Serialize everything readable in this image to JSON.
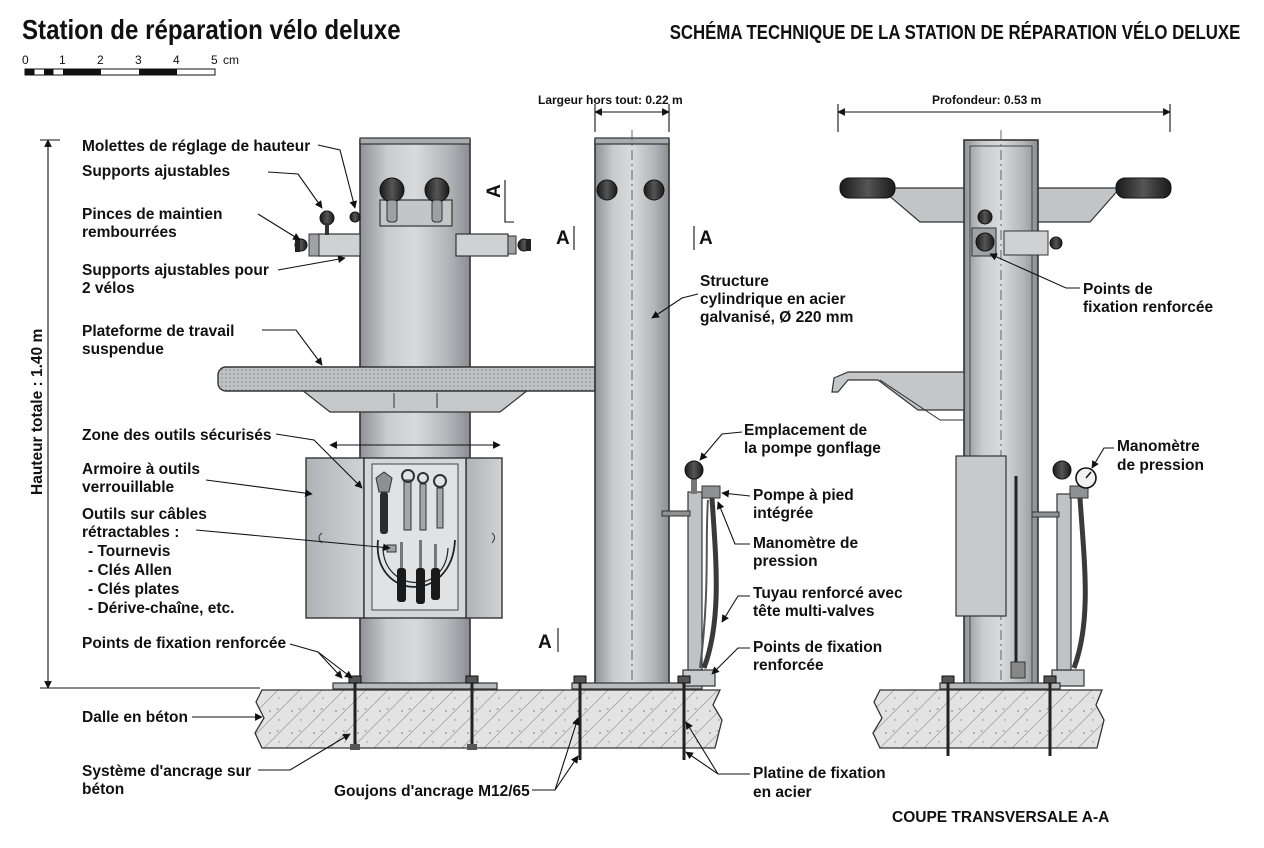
{
  "title": "Station de réparation vélo deluxe",
  "subtitle": "SCHÉMA TECHNIQUE DE LA STATION DE RÉPARATION VÉLO DELUXE",
  "scale": {
    "ticks": [
      "0",
      "1",
      "2",
      "3",
      "4",
      "5"
    ],
    "unit": "cm"
  },
  "dimensions": {
    "width": "Largeur hors tout: 0.22 m",
    "depth": "Profondeur: 0.53 m",
    "height": "Hauteur totale : 1.40 m"
  },
  "section_marks": {
    "letter": "A"
  },
  "section_title": "COUPE TRANSVERSALE A-A",
  "labels": {
    "molettes": "Molettes de réglage de hauteur",
    "supports": "Supports ajustables",
    "pinces_1": "Pinces de maintien",
    "pinces_2": "rembourrées",
    "supports2_1": "Supports ajustables pour",
    "supports2_2": "2 vélos",
    "plateforme_1": "Plateforme de travail",
    "plateforme_2": "suspendue",
    "zone": "Zone des outils sécurisés",
    "armoire_1": "Armoire à outils",
    "armoire_2": "verrouillable",
    "outils_1": "Outils sur câbles",
    "outils_2": "rétractables :",
    "outils_3": "- Tournevis",
    "outils_4": "- Clés Allen",
    "outils_5": "- Clés plates",
    "outils_6": "- Dérive-chaîne, etc.",
    "fixation_left": "Points de fixation renforcée",
    "dalle": "Dalle en béton",
    "ancrage_1": "Système d'ancrage sur",
    "ancrage_2": "béton",
    "goujons": "Goujons d'ancrage M12/65",
    "structure_1": "Structure",
    "structure_2": "cylindrique en acier",
    "structure_3": "galvanisé, Ø 220 mm",
    "pompe_emp_1": "Emplacement de",
    "pompe_emp_2": "la pompe gonflage",
    "pompe_pied_1": "Pompe à pied",
    "pompe_pied_2": "intégrée",
    "mano_mid_1": "Manomètre de",
    "mano_mid_2": "pression",
    "tuyau_1": "Tuyau renforcé avec",
    "tuyau_2": "tête multi-valves",
    "fixation_mid_1": "Points de fixation",
    "fixation_mid_2": "renforcée",
    "platine_1": "Platine de fixation",
    "platine_2": "en acier",
    "fixation_right_1": "Points de",
    "fixation_right_2": "fixation renforcée",
    "mano_right_1": "Manomètre",
    "mano_right_2": "de pression"
  }
}
